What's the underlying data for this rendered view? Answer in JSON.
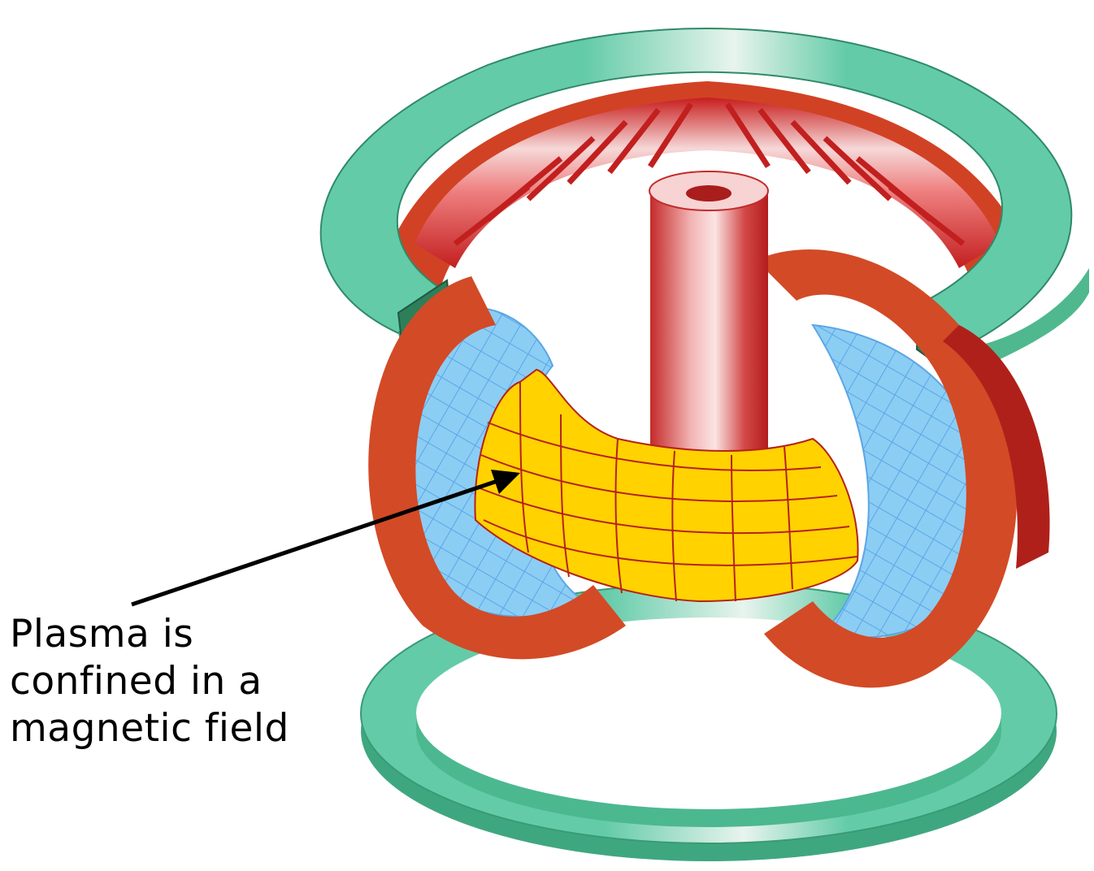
{
  "caption": {
    "line1": "Plasma is",
    "line2": "confined in a",
    "line3": "magnetic field"
  },
  "colors": {
    "poloidal_coil": "#5fcca6",
    "poloidal_coil_dark": "#3aa37f",
    "toroidal_coil": "#d9411e",
    "toroidal_coil_dark": "#a71d14",
    "toroidal_coil_highlight": "#f3c6c6",
    "vessel": "#8ccdf4",
    "vessel_grid": "#5aa6e6",
    "plasma": "#ffd200",
    "plasma_grid": "#b5231a",
    "arrow": "#000000"
  }
}
